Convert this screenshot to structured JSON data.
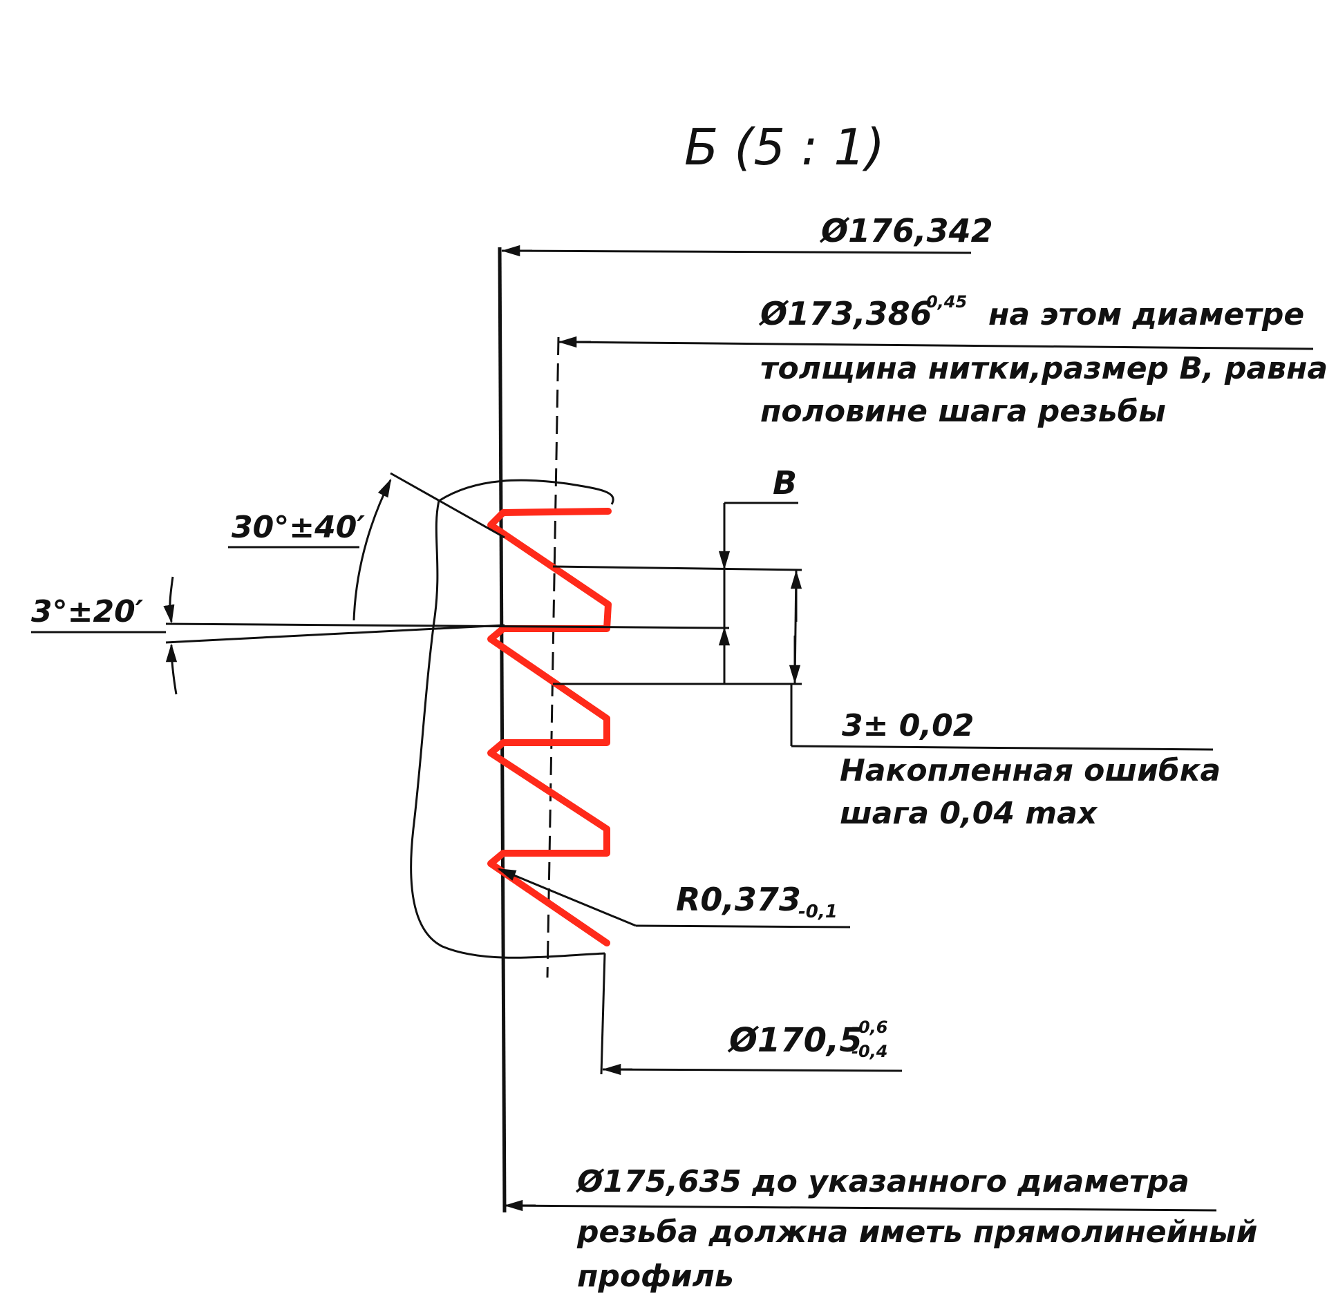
{
  "title": "Б (5 : 1)",
  "dims": {
    "d176": "Ø176,342",
    "d173": "Ø173,386",
    "d173_tol": "-0,45",
    "d173_note": [
      "на этом диаметре",
      "толщина нитки,размер В, равна",
      "половине шага резьбы"
    ],
    "b_label": "В",
    "angle30": "30°±40′",
    "angle3": "3°±20′",
    "pitch": "3± 0,02",
    "pitch_note": [
      "Накопленная ошибка",
      "шага 0,04 max"
    ],
    "radius": "R0,373",
    "radius_tol": "-0,1",
    "d170": "Ø170,5",
    "d170_tol_upper": "-0,6",
    "d170_tol_lower": "-0,4",
    "d175": "Ø175,635 до указанного диаметра",
    "d175_note": [
      "резьба должна иметь прямолинейный",
      "профиль"
    ]
  },
  "colors": {
    "line": "#111111",
    "thread_highlight": "#ff2a1a"
  }
}
